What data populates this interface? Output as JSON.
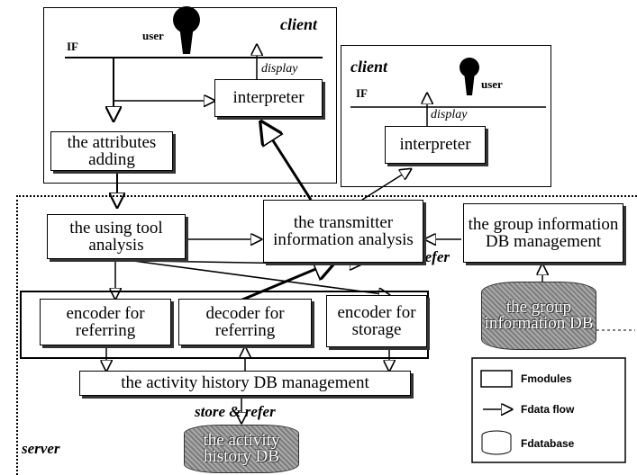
{
  "client_left": {
    "label": "client",
    "user": "user",
    "if": "IF",
    "display": "display",
    "interpreter": "interpreter",
    "attributes": "the attributes adding"
  },
  "client_right": {
    "label": "client",
    "user": "user",
    "if": "IF",
    "display": "display",
    "interpreter": "interpreter"
  },
  "server": {
    "label": "server",
    "using_tool": "the using tool analysis",
    "transmitter": "the transmitter information analysis",
    "group_mgmt": "the group information DB management",
    "refer": "refer",
    "encoder_ref": "encoder for referring",
    "decoder_ref": "decoder for referring",
    "encoder_storage": "encoder for storage",
    "group_db": "the group information DB",
    "activity_mgmt": "the activity history DB management",
    "store_refer": "store & refer",
    "activity_db": "the activity history DB"
  },
  "legend": {
    "modules": "Fmodules",
    "data_flow": "Fdata flow",
    "database": "Fdatabase"
  },
  "colors": {
    "line": "#000000",
    "db_fill": "#8e8e8e"
  }
}
